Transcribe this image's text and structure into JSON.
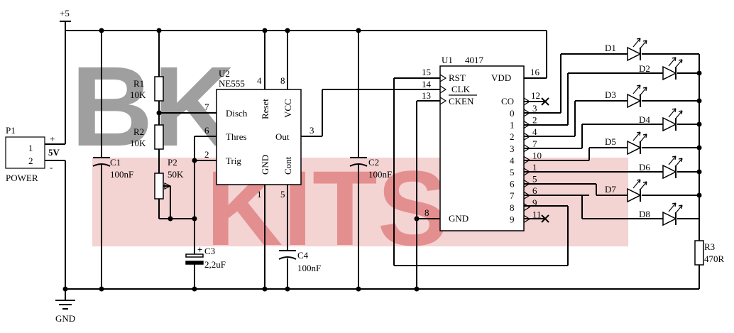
{
  "watermark": {
    "line1": "BK",
    "line2": "KITS",
    "color_bk": "#8e8e8e",
    "color_kits": "#e07b7b"
  },
  "supply": {
    "plus": "+5",
    "ground": "GND"
  },
  "p1": {
    "ref": "P1",
    "name": "POWER",
    "pin1": "1",
    "pin2": "2",
    "plus": "+",
    "minus": "-",
    "voltage": "5V"
  },
  "c1": {
    "ref": "C1",
    "value": "100nF"
  },
  "r1": {
    "ref": "R1",
    "value": "10K"
  },
  "r2": {
    "ref": "R2",
    "value": "10K"
  },
  "p2": {
    "ref": "P2",
    "value": "50K"
  },
  "c3": {
    "ref": "C3",
    "value": "2,2uF",
    "plus": "+"
  },
  "c4": {
    "ref": "C4",
    "value": "100nF"
  },
  "c2": {
    "ref": "C2",
    "value": "100nF"
  },
  "r3": {
    "ref": "R3",
    "value": "470R"
  },
  "u2": {
    "ref": "U2",
    "part": "NE555",
    "pins": {
      "disch": "Disch",
      "thres": "Thres",
      "trig": "Trig",
      "reset": "Reset",
      "vcc": "VCC",
      "out": "Out",
      "gnd": "GND",
      "cont": "Cont"
    },
    "pin_numbers": {
      "p7": "7",
      "p6": "6",
      "p2": "2",
      "p4": "4",
      "p8": "8",
      "p3": "3",
      "p1": "1",
      "p5": "5"
    }
  },
  "u1": {
    "ref": "U1",
    "part": "4017",
    "pins": {
      "rst": "RST",
      "clk": "CLK",
      "cken": "CKEN",
      "vdd": "VDD",
      "co": "CO",
      "gnd": "GND"
    },
    "pin_numbers": {
      "p15": "15",
      "p14": "14",
      "p13": "13",
      "p16": "16",
      "p8": "8",
      "p12": "12"
    },
    "outputs": [
      {
        "q": "0",
        "pin": "3"
      },
      {
        "q": "1",
        "pin": "2"
      },
      {
        "q": "2",
        "pin": "4"
      },
      {
        "q": "3",
        "pin": "7"
      },
      {
        "q": "4",
        "pin": "10"
      },
      {
        "q": "5",
        "pin": "1"
      },
      {
        "q": "6",
        "pin": "5"
      },
      {
        "q": "7",
        "pin": "6"
      },
      {
        "q": "8",
        "pin": "9"
      },
      {
        "q": "9",
        "pin": "11"
      }
    ]
  },
  "leds": [
    "D1",
    "D2",
    "D3",
    "D4",
    "D5",
    "D6",
    "D7",
    "D8"
  ]
}
